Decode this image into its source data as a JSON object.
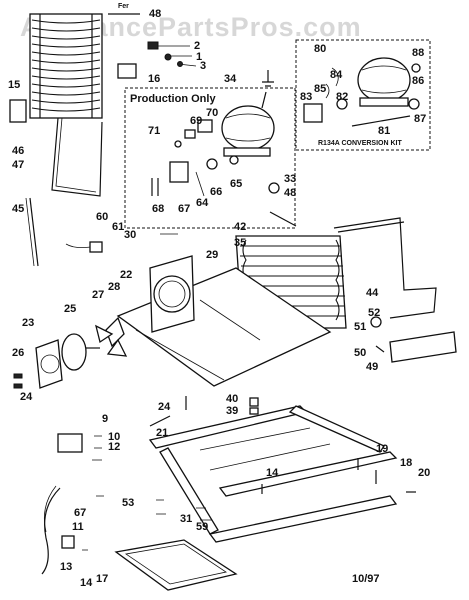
{
  "watermark": "AppliancePartsPros.com",
  "header_fragment": "Fer",
  "production_box_title": "Production Only",
  "conversion_kit_label": "R134A CONVERSION KIT",
  "date_code": "10/97",
  "callouts": {
    "c48a": "48",
    "c2": "2",
    "c1": "1",
    "c3": "3",
    "c16": "16",
    "c34": "34",
    "c15": "15",
    "c46": "46",
    "c47": "47",
    "c45": "45",
    "c70": "70",
    "c69": "69",
    "c71": "71",
    "c65": "65",
    "c66": "66",
    "c64": "64",
    "c67": "67",
    "c68": "68",
    "c80": "80",
    "c84": "84",
    "c85": "85",
    "c83": "83",
    "c82": "82",
    "c86": "86",
    "c88": "88",
    "c87": "87",
    "c81": "81",
    "c33": "33",
    "c48b": "48",
    "c60": "60",
    "c61": "61",
    "c30": "30",
    "c42": "42",
    "c35": "35",
    "c29": "29",
    "c22": "22",
    "c27": "27",
    "c28": "28",
    "c25": "25",
    "c23": "23",
    "c26": "26",
    "c24a": "24",
    "c44": "44",
    "c52": "52",
    "c51": "51",
    "c50": "50",
    "c49": "49",
    "c24b": "24",
    "c40": "40",
    "c39": "39",
    "c9": "9",
    "c10": "10",
    "c12": "12",
    "c21": "21",
    "c14a": "14",
    "c19": "19",
    "c18": "18",
    "c20": "20",
    "c53": "53",
    "c67b": "67",
    "c31": "31",
    "c59": "59",
    "c11": "11",
    "c13": "13",
    "c14b": "14",
    "c17": "17"
  }
}
